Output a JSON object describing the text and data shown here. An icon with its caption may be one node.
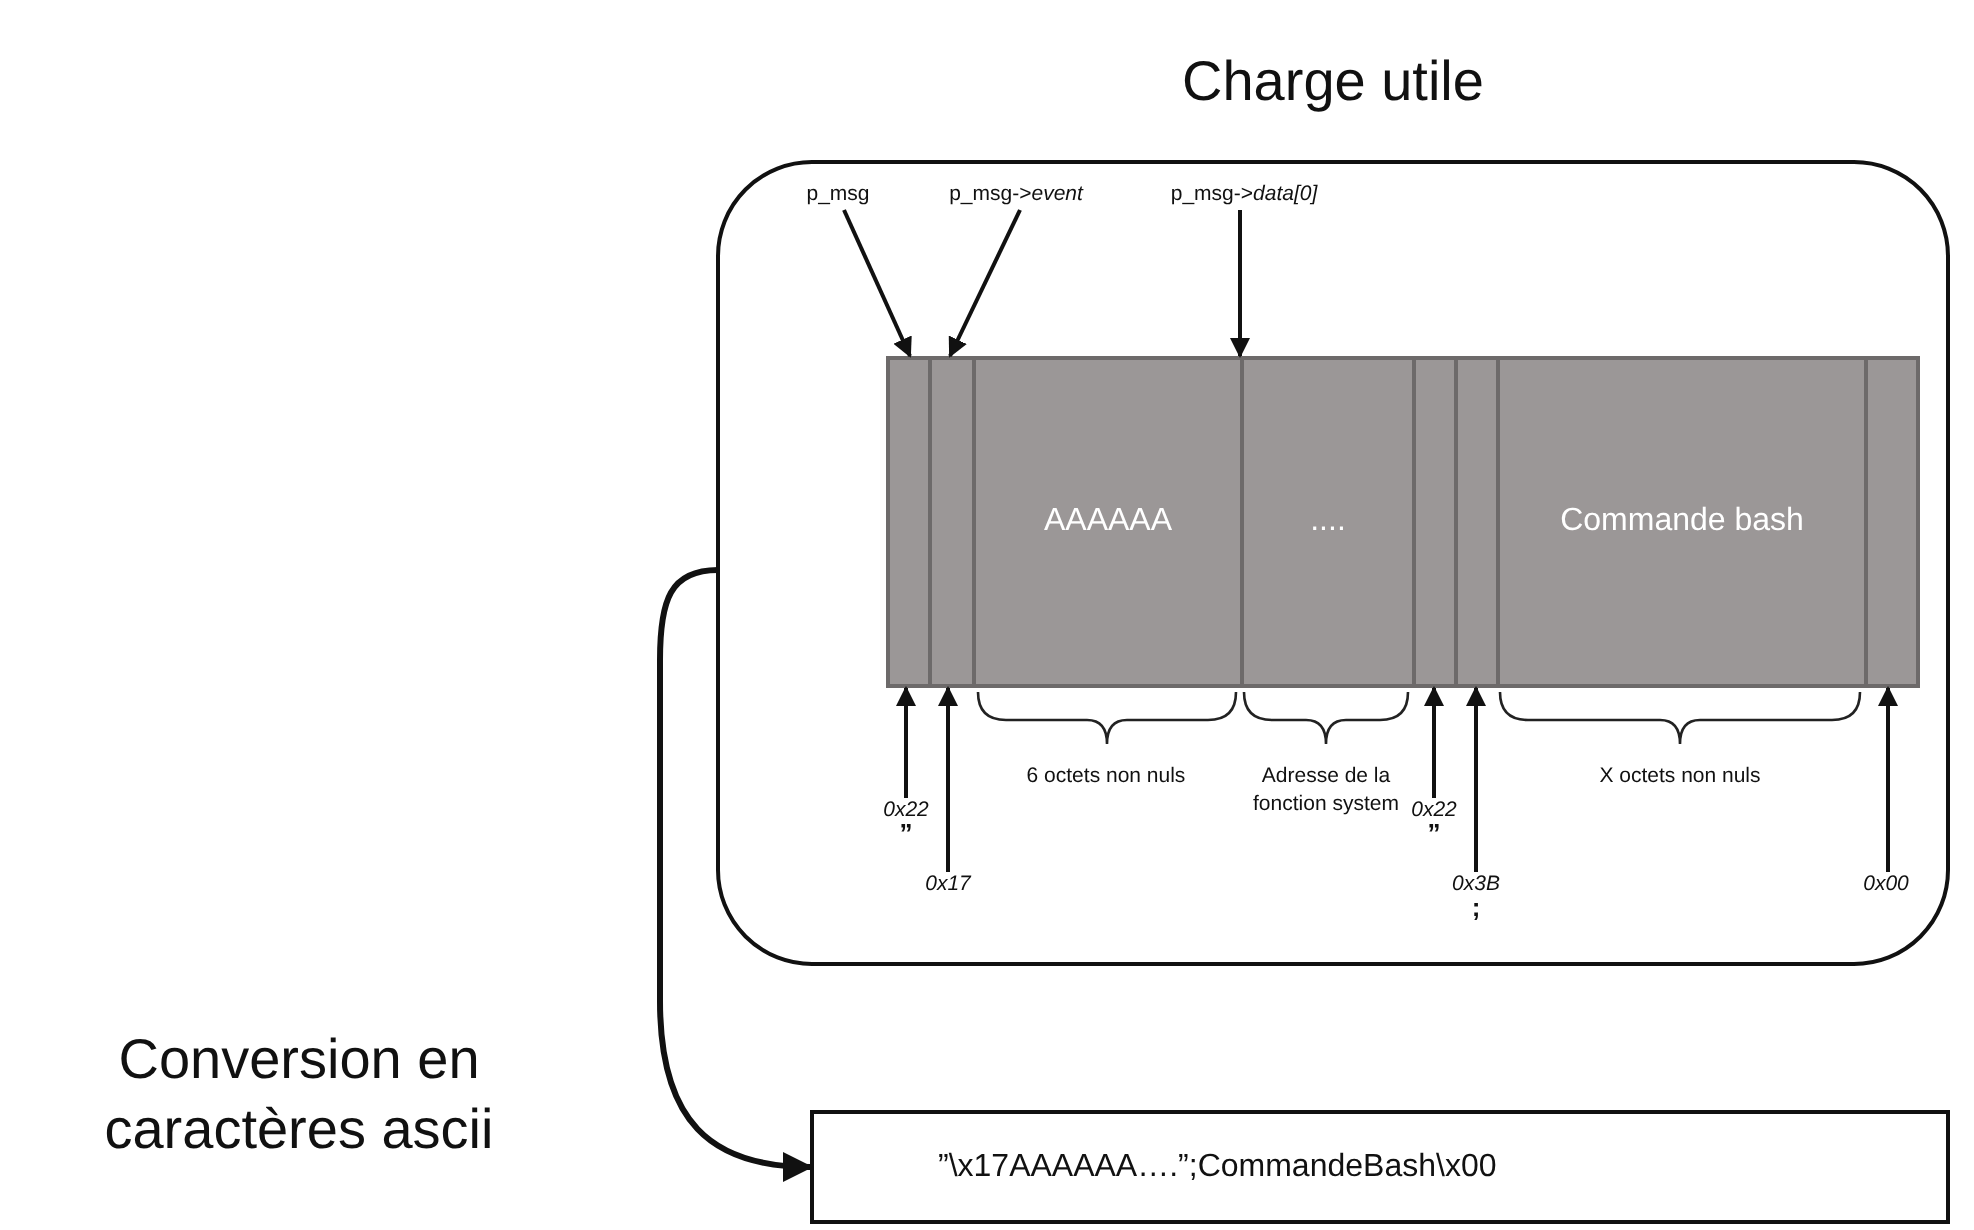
{
  "diagram": {
    "nodes": [
      {
        "text": [
          "Charge utile"
        ]
      },
      {
        "text": [
          "p_msg"
        ],
        "in": 0
      },
      {
        "text": [
          "p_msg->*event*"
        ],
        "in": 0
      },
      {
        "text": [
          "p_msg->*data[0]*"
        ],
        "in": 0
      },
      {
        "text": [],
        "shape": "box",
        "in": 0
      },
      {
        "text": [],
        "shape": "box",
        "in": 0
      },
      {
        "text": [
          "AAAAAA"
        ],
        "in": 0
      },
      {
        "text": [
          "...."
        ],
        "in": 0
      },
      {
        "text": [],
        "shape": "box",
        "in": 0
      },
      {
        "text": [],
        "shape": "box",
        "in": 0
      },
      {
        "text": [
          "Commande bash"
        ],
        "in": 0
      },
      {
        "text": [],
        "shape": "box",
        "in": 0
      },
      {
        "text": [
          "0x22",
          "”"
        ],
        "in": 0
      },
      {
        "text": [
          "0x17"
        ],
        "in": 0
      },
      {
        "text": [
          "0x22",
          "”"
        ],
        "in": 0
      },
      {
        "text": [
          "0x3B",
          ";"
        ],
        "in": 0
      },
      {
        "text": [
          "0x00"
        ],
        "in": 0
      },
      {
        "text": [
          "”\\x17AAAAAA….”;CommandeBash\\x00"
        ]
      }
    ],
    "edges": [
      {
        "from": 1,
        "to": 4,
        "arrow": "to"
      },
      {
        "from": 2,
        "to": 5,
        "arrow": "to"
      },
      {
        "from": 3,
        "to": 6,
        "arrow": "to"
      },
      {
        "from": 12,
        "to": 4,
        "arrow": "to"
      },
      {
        "from": 13,
        "to": 5,
        "arrow": "to"
      },
      {
        "from": 14,
        "to": 8,
        "arrow": "to"
      },
      {
        "from": 15,
        "to": 9,
        "arrow": "to"
      },
      {
        "from": 16,
        "to": 11,
        "arrow": "to"
      },
      {
        "from": 0,
        "to": 17,
        "arrow": "to",
        "label": "Conversion en caractères ascii"
      }
    ],
    "labels": [
      "6 octets non nuls",
      "Adresse de la fonction system",
      "X octets non nuls"
    ]
  }
}
